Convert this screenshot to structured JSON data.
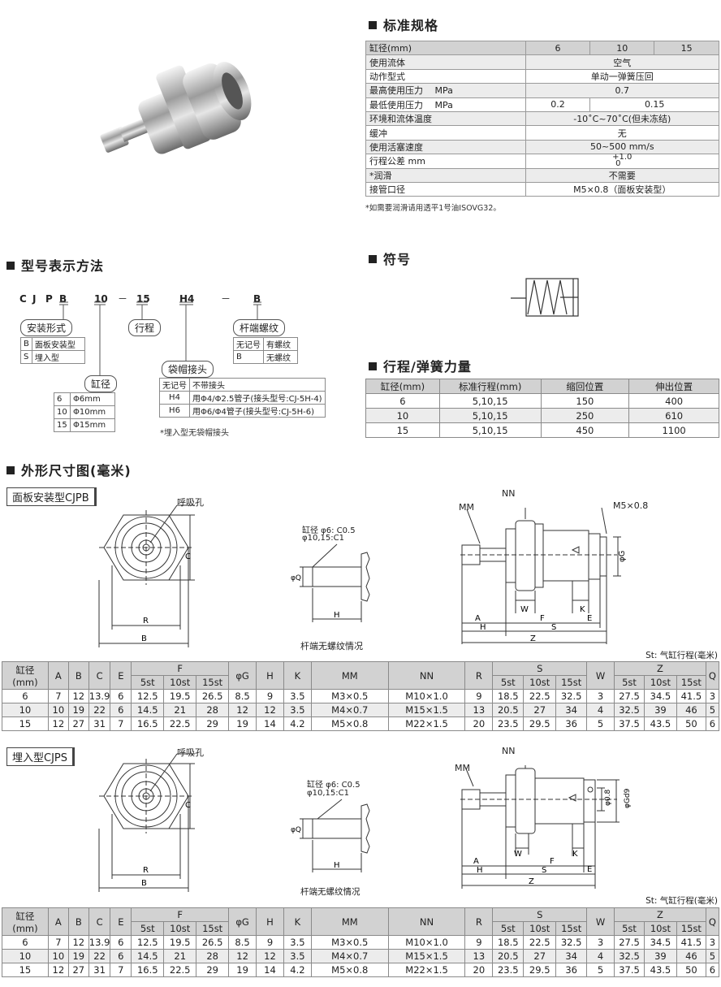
{
  "spec": {
    "title": "标准规格",
    "header": [
      "缸径(mm)",
      "6",
      "10",
      "15"
    ],
    "rows": [
      {
        "label": "使用流体",
        "value": "空气"
      },
      {
        "label": "动作型式",
        "value": "单动一弹簧压回"
      },
      {
        "label": "最高使用压力　 MPa",
        "value": "0.7"
      },
      {
        "label": "最低使用压力　 MPa",
        "v1": "0.2",
        "v2": "0.15"
      },
      {
        "label": "环境和流体温度",
        "value": "-10˚C~70˚C(但未冻结)"
      },
      {
        "label": "缓冲",
        "value": "无"
      },
      {
        "label": "使用活塞速度",
        "value": "50~500 mm/s"
      },
      {
        "label": "行程公差  mm",
        "top": "+1.0",
        "bottom": "0"
      },
      {
        "label": "*润滑",
        "value": "不需要"
      },
      {
        "label": "接管口径",
        "value": "M5×0.8（面板安装型）"
      }
    ],
    "note": "*如需要润滑请用透平1号油ISOVG32。"
  },
  "model": {
    "title": "型号表示方法",
    "code": [
      "C",
      "J",
      "P",
      "B",
      "10",
      "－",
      "15",
      "H4",
      "－",
      "B"
    ],
    "mount": {
      "label": "安装形式",
      "rows": [
        [
          "B",
          "面板安装型"
        ],
        [
          "S",
          "埋入型"
        ]
      ]
    },
    "bore": {
      "label": "缸径",
      "rows": [
        [
          "6",
          "Φ6mm"
        ],
        [
          "10",
          "Φ10mm"
        ],
        [
          "15",
          "Φ15mm"
        ]
      ]
    },
    "stroke_label": "行程",
    "nut": {
      "label": "袋帽接头",
      "rows": [
        [
          "无记号",
          "不带接头"
        ],
        [
          "H4",
          "用Φ4/Φ2.5管子(接头型号:CJ-5H-4)"
        ],
        [
          "H6",
          "用Φ6/Φ4管子(接头型号:CJ-5H-6)"
        ]
      ],
      "note": "*埋入型无袋帽接头"
    },
    "thread": {
      "label": "杆端螺纹",
      "rows": [
        [
          "无记号",
          "有螺纹"
        ],
        [
          "B",
          "无螺纹"
        ]
      ]
    }
  },
  "symbol": {
    "title": "符号"
  },
  "spring": {
    "title": "行程/弹簧力量",
    "header": [
      "缸径(mm)",
      "标准行程(mm)",
      "缩回位置",
      "伸出位置"
    ],
    "rows": [
      [
        "6",
        "5,10,15",
        "150",
        "400"
      ],
      [
        "10",
        "5,10,15",
        "250",
        "610"
      ],
      [
        "15",
        "5,10,15",
        "450",
        "1100"
      ]
    ]
  },
  "dims": {
    "title": "外形尺寸图(毫米)",
    "cjpb": "面板安装型CJPB",
    "cjps": "埋入型CJPS",
    "breath": "呼吸孔",
    "rod_note": "杆端无螺纹情况",
    "bore_note1": "缸径 φ6: C0.5",
    "bore_note2": "φ10,15:C1",
    "st_note": "St: 气缸行程(毫米)",
    "labels": {
      "C": "C",
      "R": "R",
      "B": "B",
      "Q": "φQ",
      "H": "H",
      "MM": "MM",
      "NN": "NN",
      "M5": "M5×0.8",
      "G": "φG",
      "W": "W",
      "K": "K",
      "F": "F",
      "E": "E",
      "A": "A",
      "S": "S",
      "Z": "Z",
      "d08": "φ0.8",
      "Gd9": "φGd9"
    },
    "header1": [
      "缸径",
      "A",
      "B",
      "C",
      "E",
      "F",
      "φG",
      "H",
      "K",
      "MM",
      "NN",
      "R",
      "S",
      "W",
      "Z",
      "Q"
    ],
    "header_mm": "(mm)",
    "header2": [
      "5st",
      "10st",
      "15st"
    ],
    "rows": [
      [
        "6",
        "7",
        "12",
        "13.9",
        "6",
        "12.5",
        "19.5",
        "26.5",
        "8.5",
        "9",
        "3.5",
        "M3×0.5",
        "M10×1.0",
        "9",
        "18.5",
        "22.5",
        "32.5",
        "3",
        "27.5",
        "34.5",
        "41.5",
        "3"
      ],
      [
        "10",
        "10",
        "19",
        "22",
        "6",
        "14.5",
        "21",
        "28",
        "12",
        "12",
        "3.5",
        "M4×0.7",
        "M15×1.5",
        "13",
        "20.5",
        "27",
        "34",
        "4",
        "32.5",
        "39",
        "46",
        "5"
      ],
      [
        "15",
        "12",
        "27",
        "31",
        "7",
        "16.5",
        "22.5",
        "29",
        "19",
        "14",
        "4.2",
        "M5×0.8",
        "M22×1.5",
        "20",
        "23.5",
        "29.5",
        "36",
        "5",
        "37.5",
        "43.5",
        "50",
        "6"
      ]
    ],
    "rows2": [
      [
        "6",
        "7",
        "12",
        "13.9",
        "6",
        "12.5",
        "19.5",
        "26.5",
        "8.5",
        "9",
        "3.5",
        "M3×0.5",
        "M10×1.0",
        "9",
        "18.5",
        "22.5",
        "32.5",
        "3",
        "27.5",
        "34.5",
        "41.5",
        "3"
      ],
      [
        "10",
        "10",
        "19",
        "22",
        "6",
        "14.5",
        "21",
        "28",
        "12",
        "12",
        "3.5",
        "M4×0.7",
        "M15×1.5",
        "13",
        "20.5",
        "27",
        "34",
        "4",
        "32.5",
        "39",
        "46",
        "5"
      ],
      [
        "15",
        "12",
        "27",
        "31",
        "7",
        "16.5",
        "22.5",
        "29",
        "19",
        "14",
        "4.2",
        "M5×0.8",
        "M22×1.5",
        "20",
        "23.5",
        "29.5",
        "36",
        "5",
        "37.5",
        "43.5",
        "50",
        "6"
      ]
    ]
  }
}
